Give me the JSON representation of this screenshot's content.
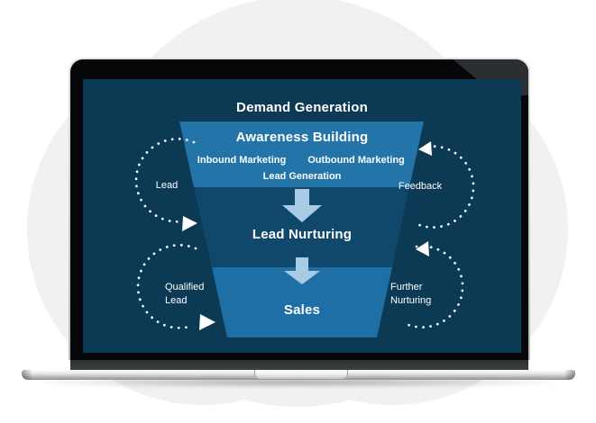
{
  "device": {
    "type": "laptop-mockup",
    "screen_background": "#0C3A55"
  },
  "diagram": {
    "title": "Demand Generation",
    "stages": [
      {
        "label": "Awareness Building",
        "columns": [
          "Inbound Marketing",
          "Outbound Marketing"
        ],
        "footer": "Lead Generation"
      },
      {
        "label": "Lead Nurturing"
      },
      {
        "label": "Sales"
      }
    ],
    "side_labels": {
      "upper_left": "Lead",
      "upper_right": "Feedback",
      "lower_left_line1": "Qualified",
      "lower_left_line2": "Lead",
      "lower_right_line1": "Further",
      "lower_right_line2": "Nurturing"
    },
    "colors": {
      "stage_awareness": "#2274A9",
      "stage_nurturing": "#10486B",
      "stage_sales": "#1E6FA5",
      "arrow": "#A7CBE3",
      "dotted_arc": "#FFFFFF",
      "text": "#FFFFFF",
      "screen_background": "#0C3A55"
    }
  }
}
